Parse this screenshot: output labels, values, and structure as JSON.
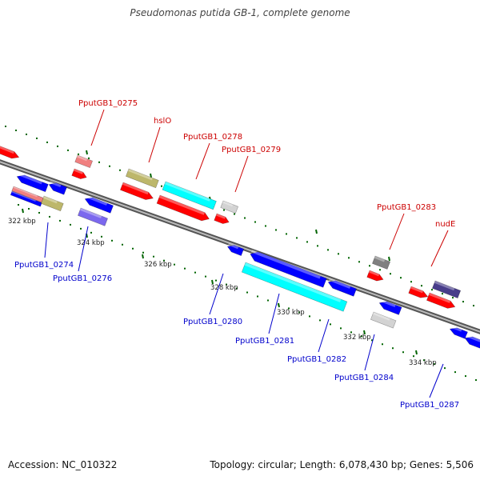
{
  "title": "Pseudomonas putida GB-1, complete genome",
  "footer": {
    "accession": "Accession: NC_010322",
    "stats": "Topology: circular; Length: 6,078,430 bp; Genes: 5,506"
  },
  "colors": {
    "red": "#ff0000",
    "blue": "#0000ff",
    "cyan": "#00ffff",
    "khaki": "#bdb76b",
    "pink": "#f08080",
    "slate": "#7b68ee",
    "navy": "#483d8b",
    "gray": "#808080",
    "lightgray": "#d3d3d3",
    "backbone": "#808080",
    "tick": "#006400"
  },
  "ticks": [
    {
      "label": "322 kbp"
    },
    {
      "label": "324 kbp"
    },
    {
      "label": "326 kbp"
    },
    {
      "label": "328 kbp"
    },
    {
      "label": "330 kbp"
    },
    {
      "label": "332 kbp"
    },
    {
      "label": "334 kbp"
    }
  ],
  "gene_labels": [
    {
      "text": "PputGB1_0275",
      "strand": "forward"
    },
    {
      "text": "hslO",
      "strand": "forward"
    },
    {
      "text": "PputGB1_0278",
      "strand": "forward"
    },
    {
      "text": "PputGB1_0279",
      "strand": "forward"
    },
    {
      "text": "PputGB1_0283",
      "strand": "forward"
    },
    {
      "text": "nudE",
      "strand": "forward"
    },
    {
      "text": "PputGB1_0274",
      "strand": "reverse"
    },
    {
      "text": "PputGB1_0276",
      "strand": "reverse"
    },
    {
      "text": "PputGB1_0280",
      "strand": "reverse"
    },
    {
      "text": "PputGB1_0281",
      "strand": "reverse"
    },
    {
      "text": "PputGB1_0282",
      "strand": "reverse"
    },
    {
      "text": "PputGB1_0284",
      "strand": "reverse"
    },
    {
      "text": "PputGB1_0287",
      "strand": "reverse"
    }
  ]
}
